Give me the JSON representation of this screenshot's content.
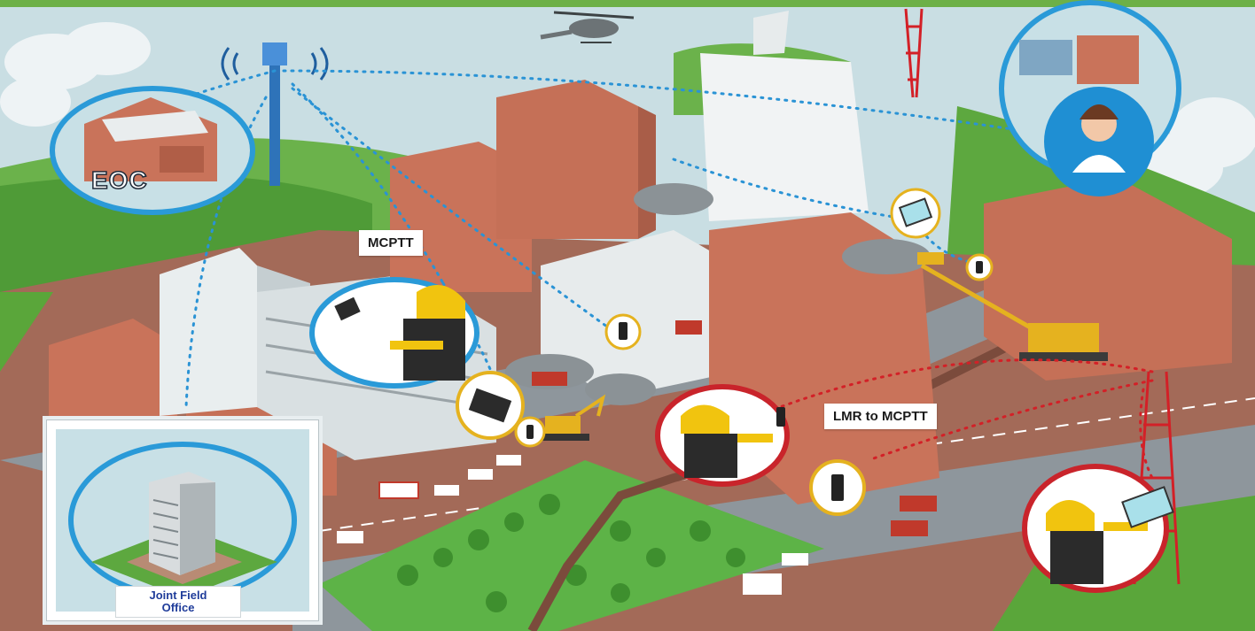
{
  "labels": {
    "eoc": "EOC",
    "mcptt": "MCPTT",
    "lmr_to_mcptt": "LMR to MCPTT",
    "joint_field_office_line1": "Joint Field",
    "joint_field_office_line2": "Office"
  },
  "colors": {
    "sky": "#c9dee3",
    "grass": "#5aa63a",
    "ground": "#a36a58",
    "brick": "#c9735a",
    "road": "#8e969c",
    "mcptt_link": "#2a93d5",
    "lmr_link": "#d32027",
    "callout_blue_ring": "#2a9ad8",
    "callout_red_ring": "#c9242b",
    "top_bar": "#6db047"
  },
  "icons": [
    "cell-tower-icon",
    "helicopter-icon",
    "radio-tower-icon",
    "tablet-icon",
    "handheld-radio-icon",
    "dispatcher-icon",
    "firefighter-icon",
    "ambulance-icon",
    "fire-truck-icon",
    "excavator-icon",
    "crane-icon",
    "police-car-icon",
    "van-icon"
  ]
}
